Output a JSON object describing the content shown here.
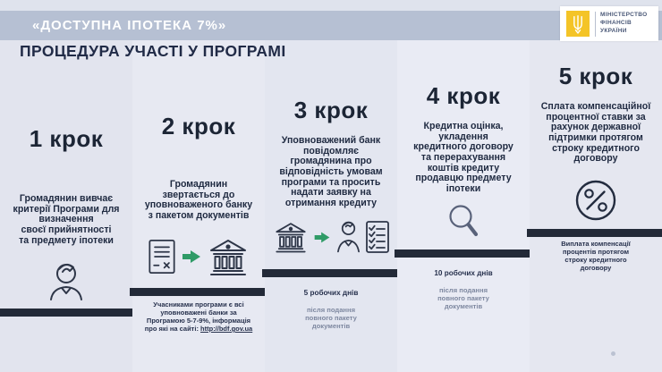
{
  "header": {
    "program_badge": "«ДОСТУПНА ІПОТЕКА 7%»",
    "page_title": "ПРОЦЕДУРА УЧАСТІ У ПРОГРАМІ",
    "ministry": {
      "line1": "МІНІСТЕРСТВО",
      "line2": "ФІНАНСІВ",
      "line3": "УКРАЇНИ",
      "logo_icon": "trident-icon"
    }
  },
  "steps": [
    {
      "title": "1 крок",
      "description": "Громадянин вивчає\nкритерії Програми для\nвизначення\nсвоєї прийнятності\nта предмету іпотеки",
      "icons": [
        "citizen-person-icon"
      ]
    },
    {
      "title": "2 крок",
      "description": "Громадянин\nзвертається до\nуповноваженого банку\nз пакетом документів",
      "icons": [
        "documents-icon",
        "green-arrow-icon",
        "bank-building-icon"
      ],
      "footnote_text": "Учасниками програми є всі\nуповноважені банки за\nПрограмою 5-7-9%, інформація\nпро які на сайті: ",
      "footnote_link": "http://bdf.gov.ua"
    },
    {
      "title": "3 крок",
      "description": "Уповноважений банк\nповідомляє\nгромадянина про\nвідповідність умовам\nпрограми та просить\nнадати заявку на\nотримання кредиту",
      "icons": [
        "bank-building-icon",
        "green-arrow-icon",
        "person-icon",
        "checklist-icon"
      ],
      "footnote_bold": "5 робочих днів",
      "footnote_rest": "після подання\nповного пакету\nдокументів"
    },
    {
      "title": "4 крок",
      "description": "Кредитна оцінка,\nукладення\nкредитного договору\nта перерахування\nкоштів кредиту\nпродавцю предмету\nіпотеки",
      "icons": [
        "magnifier-icon"
      ],
      "footnote_bold": "10 робочих днів",
      "footnote_rest": "після подання\nповного пакету\nдокументів"
    },
    {
      "title": "5 крок",
      "description": "Сплата компенсаційної\nпроцентної ставки за\nрахунок державної\nпідтримки протягом\nстроку кредитного\nдоговору",
      "icons": [
        "percent-circle-icon"
      ],
      "footnote": "Виплата компенсації\nпроцентів протягом\nстроку кредитного\nдоговору"
    }
  ],
  "colors": {
    "header_band": "#b6c0d3",
    "background": "#e5e7f0",
    "text_dark": "#1e2940",
    "step_bar": "#232a38",
    "arrow_green": "#2f9b67",
    "logo_yellow": "#f4c427",
    "footnote_secondary": "#7e88a0"
  }
}
